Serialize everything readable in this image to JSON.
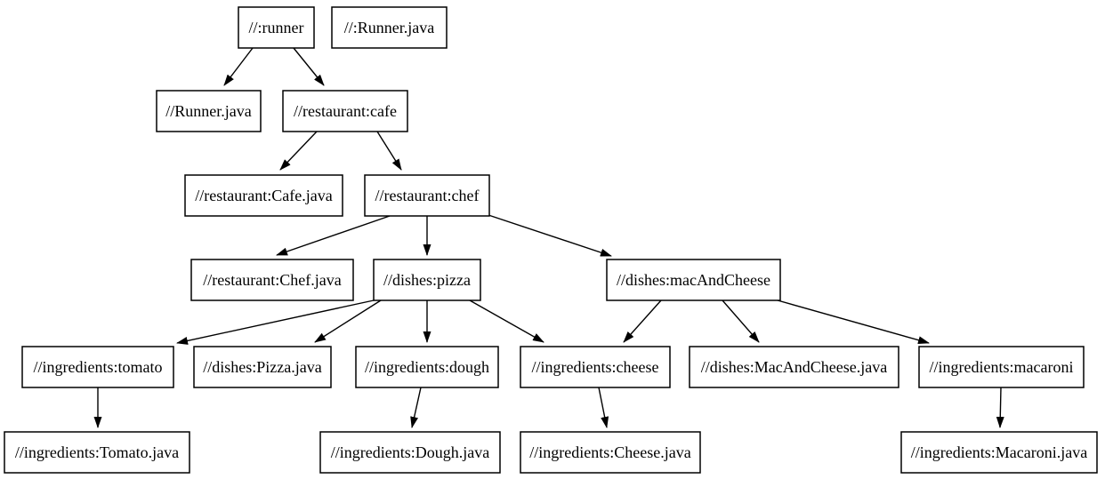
{
  "diagram": {
    "type": "dependency-graph",
    "description": "Build target dependency graph",
    "colors": {
      "background": "#ffffff",
      "node_fill": "#ffffff",
      "node_border": "#000000",
      "text": "#000000",
      "edge": "#000000"
    },
    "nodes": {
      "runner": {
        "label": "//:runner"
      },
      "runner_java_target": {
        "label": "//:Runner.java"
      },
      "runner_java_file": {
        "label": "//Runner.java"
      },
      "cafe": {
        "label": "//restaurant:cafe"
      },
      "cafe_java": {
        "label": "//restaurant:Cafe.java"
      },
      "chef": {
        "label": "//restaurant:chef"
      },
      "chef_java": {
        "label": "//restaurant:Chef.java"
      },
      "pizza": {
        "label": "//dishes:pizza"
      },
      "mac_and_cheese": {
        "label": "//dishes:macAndCheese"
      },
      "tomato": {
        "label": "//ingredients:tomato"
      },
      "pizza_java": {
        "label": "//dishes:Pizza.java"
      },
      "dough": {
        "label": "//ingredients:dough"
      },
      "cheese": {
        "label": "//ingredients:cheese"
      },
      "mac_and_cheese_java": {
        "label": "//dishes:MacAndCheese.java"
      },
      "macaroni": {
        "label": "//ingredients:macaroni"
      },
      "tomato_java": {
        "label": "//ingredients:Tomato.java"
      },
      "dough_java": {
        "label": "//ingredients:Dough.java"
      },
      "cheese_java": {
        "label": "//ingredients:Cheese.java"
      },
      "macaroni_java": {
        "label": "//ingredients:Macaroni.java"
      }
    },
    "edges": [
      {
        "from": "//:runner",
        "to": "//Runner.java"
      },
      {
        "from": "//:runner",
        "to": "//restaurant:cafe"
      },
      {
        "from": "//restaurant:cafe",
        "to": "//restaurant:Cafe.java"
      },
      {
        "from": "//restaurant:cafe",
        "to": "//restaurant:chef"
      },
      {
        "from": "//restaurant:chef",
        "to": "//restaurant:Chef.java"
      },
      {
        "from": "//restaurant:chef",
        "to": "//dishes:pizza"
      },
      {
        "from": "//restaurant:chef",
        "to": "//dishes:macAndCheese"
      },
      {
        "from": "//dishes:pizza",
        "to": "//ingredients:tomato"
      },
      {
        "from": "//dishes:pizza",
        "to": "//dishes:Pizza.java"
      },
      {
        "from": "//dishes:pizza",
        "to": "//ingredients:dough"
      },
      {
        "from": "//dishes:pizza",
        "to": "//ingredients:cheese"
      },
      {
        "from": "//dishes:macAndCheese",
        "to": "//ingredients:cheese"
      },
      {
        "from": "//dishes:macAndCheese",
        "to": "//dishes:MacAndCheese.java"
      },
      {
        "from": "//dishes:macAndCheese",
        "to": "//ingredients:macaroni"
      },
      {
        "from": "//ingredients:tomato",
        "to": "//ingredients:Tomato.java"
      },
      {
        "from": "//ingredients:dough",
        "to": "//ingredients:Dough.java"
      },
      {
        "from": "//ingredients:cheese",
        "to": "//ingredients:Cheese.java"
      },
      {
        "from": "//ingredients:macaroni",
        "to": "//ingredients:Macaroni.java"
      }
    ]
  }
}
